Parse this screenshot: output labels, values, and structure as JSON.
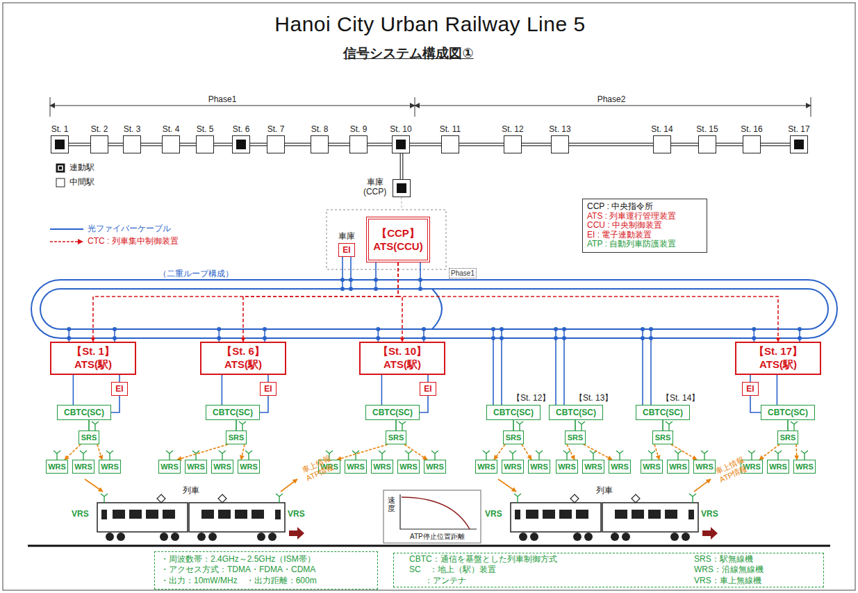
{
  "diagram": {
    "title": "Hanoi City Urban Railway Line 5",
    "nodes": [
      {
        "text": [
          "St. 1"
        ]
      },
      {
        "text": [
          "St. 2"
        ]
      },
      {
        "text": [
          "St. 3"
        ]
      },
      {
        "text": [
          "St. 4"
        ]
      },
      {
        "text": [
          "St. 5"
        ]
      },
      {
        "text": [
          "St. 6"
        ]
      },
      {
        "text": [
          "St. 7"
        ]
      },
      {
        "text": [
          "St. 8"
        ]
      },
      {
        "text": [
          "St. 9"
        ]
      },
      {
        "text": [
          "St. 10"
        ]
      },
      {
        "text": [
          "St. 11"
        ]
      },
      {
        "text": [
          "St. 12"
        ]
      },
      {
        "text": [
          "St. 13"
        ]
      },
      {
        "text": [
          "St. 14"
        ]
      },
      {
        "text": [
          "St. 15"
        ]
      },
      {
        "text": [
          "St. 16"
        ]
      },
      {
        "text": [
          "St. 17"
        ]
      },
      {
        "text": [
          "車庫 (CCP)"
        ]
      },
      {
        "text": [
          "CCP : 中央指令所",
          "ATS : 列車運行管理装置",
          "CCU : 中央制御装置",
          "EI : 電子連動装置",
          "ATP : 自動列車防護装置"
        ]
      },
      {
        "text": [
          "車庫",
          "EI"
        ]
      },
      {
        "text": [
          "【CCP】",
          "ATS(CCU)"
        ]
      },
      {
        "text": [
          "Phase1"
        ]
      },
      {
        "text": [
          "【St. 1】",
          "ATS(駅)"
        ]
      },
      {
        "text": [
          "EI"
        ]
      },
      {
        "text": [
          "CBTC(SC)"
        ]
      },
      {
        "text": [
          "SRS"
        ]
      },
      {
        "text": [
          "WRS"
        ]
      },
      {
        "text": [
          "WRS"
        ]
      },
      {
        "text": [
          "WRS"
        ]
      },
      {
        "text": [
          "【St. 6】",
          "ATS(駅)"
        ]
      },
      {
        "text": [
          "EI"
        ]
      },
      {
        "text": [
          "CBTC(SC)"
        ]
      },
      {
        "text": [
          "SRS"
        ]
      },
      {
        "text": [
          "WRS"
        ]
      },
      {
        "text": [
          "WRS"
        ]
      },
      {
        "text": [
          "WRS"
        ]
      },
      {
        "text": [
          "WRS"
        ]
      },
      {
        "text": [
          "【St. 10】",
          "ATS(駅)"
        ]
      },
      {
        "text": [
          "EI"
        ]
      },
      {
        "text": [
          "CBTC(SC)"
        ]
      },
      {
        "text": [
          "SRS"
        ]
      },
      {
        "text": [
          "WRS"
        ]
      },
      {
        "text": [
          "WRS"
        ]
      },
      {
        "text": [
          "WRS"
        ]
      },
      {
        "text": [
          "WRS"
        ]
      },
      {
        "text": [
          "WRS"
        ]
      },
      {
        "text": [
          "【St. 12】",
          "CBTC(SC)"
        ]
      },
      {
        "text": [
          "SRS"
        ]
      },
      {
        "text": [
          "WRS"
        ]
      },
      {
        "text": [
          "WRS"
        ]
      },
      {
        "text": [
          "WRS"
        ]
      },
      {
        "text": [
          "【St. 13】",
          "CBTC(SC)"
        ]
      },
      {
        "text": [
          "SRS"
        ]
      },
      {
        "text": [
          "WRS"
        ]
      },
      {
        "text": [
          "WRS"
        ]
      },
      {
        "text": [
          "WRS"
        ]
      },
      {
        "text": [
          "【St. 14】",
          "CBTC(SC)"
        ]
      },
      {
        "text": [
          "SRS"
        ]
      },
      {
        "text": [
          "WRS"
        ]
      },
      {
        "text": [
          "WRS"
        ]
      },
      {
        "text": [
          "WRS"
        ]
      },
      {
        "text": [
          "【St. 17】",
          "ATS(駅)"
        ]
      },
      {
        "text": [
          "EI"
        ]
      },
      {
        "text": [
          "CBTC(SC)"
        ]
      },
      {
        "text": [
          "SRS"
        ]
      },
      {
        "text": [
          "WRS"
        ]
      },
      {
        "text": [
          "WRS"
        ]
      },
      {
        "text": [
          "WRS"
        ]
      },
      {
        "text": [
          "・周波数帯：2.4GHz～2.5GHz（ISM帯）",
          "・アクセス方式：TDMA・FDMA・CDMA",
          "・出力：10mW/MHz　・出力距離：600m"
        ]
      },
      {
        "text": [
          "CBTC：通信を基盤とした列車制御方式",
          "SC　：地上（駅）装置",
          "：アンテナ",
          "SRS：駅無線機",
          "WRS：沿線無線機",
          "VRS：車上無線機"
        ]
      }
    ],
    "edges": [
      {
        "from": 0,
        "to": 1,
        "arrow": "none"
      },
      {
        "from": 1,
        "to": 2,
        "arrow": "none"
      },
      {
        "from": 2,
        "to": 3,
        "arrow": "none"
      },
      {
        "from": 3,
        "to": 4,
        "arrow": "none"
      },
      {
        "from": 4,
        "to": 5,
        "arrow": "none"
      },
      {
        "from": 5,
        "to": 6,
        "arrow": "none"
      },
      {
        "from": 6,
        "to": 7,
        "arrow": "none"
      },
      {
        "from": 7,
        "to": 8,
        "arrow": "none"
      },
      {
        "from": 8,
        "to": 9,
        "arrow": "none"
      },
      {
        "from": 9,
        "to": 10,
        "arrow": "none"
      },
      {
        "from": 10,
        "to": 11,
        "arrow": "none"
      },
      {
        "from": 11,
        "to": 12,
        "arrow": "none"
      },
      {
        "from": 12,
        "to": 13,
        "arrow": "none"
      },
      {
        "from": 13,
        "to": 14,
        "arrow": "none"
      },
      {
        "from": 14,
        "to": 15,
        "arrow": "none"
      },
      {
        "from": 15,
        "to": 16,
        "arrow": "none"
      },
      {
        "from": 9,
        "to": 17,
        "arrow": "none"
      },
      {
        "from": 20,
        "to": 22,
        "arrow": "to"
      },
      {
        "from": 20,
        "to": 29,
        "arrow": "to"
      },
      {
        "from": 20,
        "to": 37,
        "arrow": "to"
      },
      {
        "from": 20,
        "to": 61,
        "arrow": "to"
      },
      {
        "from": 22,
        "to": 23,
        "arrow": "none"
      },
      {
        "from": 22,
        "to": 24,
        "arrow": "none"
      },
      {
        "from": 23,
        "to": 24,
        "arrow": "none"
      },
      {
        "from": 24,
        "to": 25,
        "arrow": "none"
      },
      {
        "from": 25,
        "to": 26,
        "arrow": "to"
      },
      {
        "from": 25,
        "to": 28,
        "arrow": "to"
      },
      {
        "from": 29,
        "to": 30,
        "arrow": "none"
      },
      {
        "from": 29,
        "to": 31,
        "arrow": "none"
      },
      {
        "from": 30,
        "to": 31,
        "arrow": "none"
      },
      {
        "from": 31,
        "to": 32,
        "arrow": "none"
      },
      {
        "from": 32,
        "to": 33,
        "arrow": "to"
      },
      {
        "from": 32,
        "to": 36,
        "arrow": "to"
      },
      {
        "from": 37,
        "to": 38,
        "arrow": "none"
      },
      {
        "from": 37,
        "to": 39,
        "arrow": "none"
      },
      {
        "from": 38,
        "to": 39,
        "arrow": "none"
      },
      {
        "from": 39,
        "to": 40,
        "arrow": "none"
      },
      {
        "from": 40,
        "to": 41,
        "arrow": "to"
      },
      {
        "from": 40,
        "to": 45,
        "arrow": "to"
      },
      {
        "from": 46,
        "to": 47,
        "arrow": "none"
      },
      {
        "from": 47,
        "to": 48,
        "arrow": "to"
      },
      {
        "from": 47,
        "to": 50,
        "arrow": "to"
      },
      {
        "from": 51,
        "to": 52,
        "arrow": "none"
      },
      {
        "from": 52,
        "to": 53,
        "arrow": "to"
      },
      {
        "from": 52,
        "to": 55,
        "arrow": "to"
      },
      {
        "from": 56,
        "to": 57,
        "arrow": "none"
      },
      {
        "from": 57,
        "to": 58,
        "arrow": "to"
      },
      {
        "from": 57,
        "to": 60,
        "arrow": "to"
      },
      {
        "from": 61,
        "to": 62,
        "arrow": "none"
      },
      {
        "from": 61,
        "to": 63,
        "arrow": "none"
      },
      {
        "from": 62,
        "to": 63,
        "arrow": "none"
      },
      {
        "from": 63,
        "to": 64,
        "arrow": "none"
      },
      {
        "from": 64,
        "to": 65,
        "arrow": "to"
      },
      {
        "from": 64,
        "to": 67,
        "arrow": "to"
      }
    ],
    "labels": [
      "信号システム構成図①",
      "Phase1",
      "Phase2",
      "（二重ループ構成）",
      "列車",
      "VRS",
      "VRS",
      "車上情報 ATP情報",
      "速度",
      "ATP停止位置距離",
      "列車",
      "VRS",
      "VRS",
      "車上情報 ATP情報"
    ],
    "legend": [
      {
        "text": "連動駅"
      },
      {
        "text": "中間駅"
      },
      {
        "text": "光ファイバーケーブル"
      },
      {
        "text": "CTC : 列車集中制御装置"
      }
    ]
  }
}
